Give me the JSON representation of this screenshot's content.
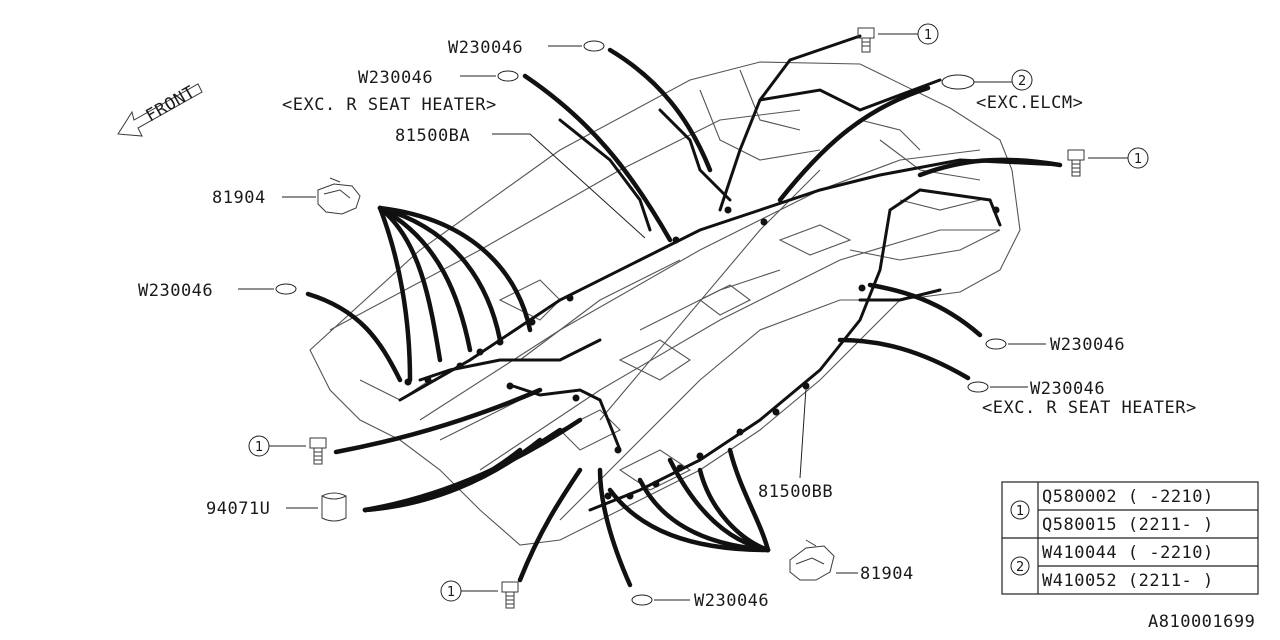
{
  "labels": {
    "front": "FRONT",
    "w230046_top": "W230046",
    "w230046_second": "W230046",
    "exc_r_seat_heater_top": "<EXC. R SEAT HEATER>",
    "part_81500ba": "81500BA",
    "part_81904_left": "81904",
    "w230046_left": "W230046",
    "part_94071u": "94071U",
    "w230046_bottom": "W230046",
    "part_81904_bottom": "81904",
    "part_81500bb": "81500BB",
    "w230046_right_1": "W230046",
    "w230046_right_2": "W230046",
    "exc_r_seat_heater_right": "<EXC. R SEAT HEATER>",
    "exc_elcm": "<EXC.ELCM>",
    "callout_1": "1",
    "callout_2": "2",
    "diagram_id": "A810001699"
  },
  "parts_table": {
    "rows": [
      {
        "ref": "1",
        "parts": [
          "Q580002 ( -2210)",
          "Q580015 (2211- )"
        ]
      },
      {
        "ref": "2",
        "parts": [
          "W410044 ( -2210)",
          "W410052 (2211- )"
        ]
      }
    ]
  }
}
